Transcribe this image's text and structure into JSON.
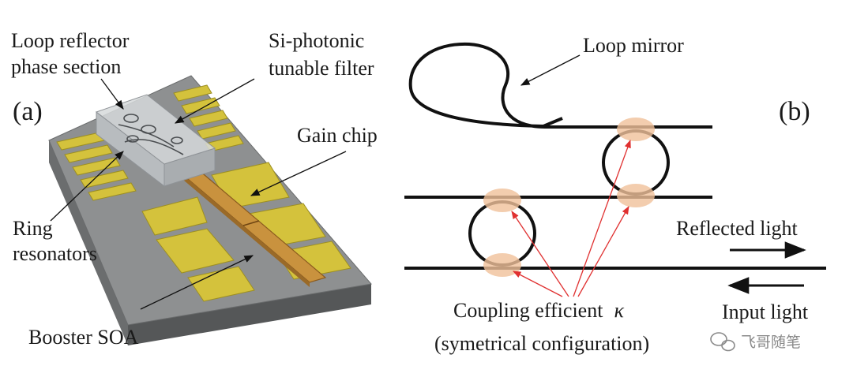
{
  "panel_a": {
    "label": "(a)",
    "loop_reflector_line1": "Loop reflector",
    "loop_reflector_line2": "phase section",
    "tunable_filter_line1": "Si-photonic",
    "tunable_filter_line2": "tunable filter",
    "gain_chip": "Gain chip",
    "ring_line1": "Ring",
    "ring_line2": "resonators",
    "booster": "Booster SOA"
  },
  "panel_b": {
    "label": "(b)",
    "loop_mirror": "Loop mirror",
    "reflected_light": "Reflected light",
    "input_light": "Input light",
    "coupling_prefix": "Coupling efficient",
    "coupling_symbol": "κ",
    "coupling_line2": "(symetrical configuration)"
  },
  "watermark": "飞哥随笔",
  "colors": {
    "pad_gold": "#d4c23c",
    "substrate_top": "#8e9091",
    "substrate_side": "#5f6162",
    "gain_orange": "#c9923e",
    "coupling_spot": "#f0c09a",
    "arrow_red": "#e03030",
    "ink": "#111111"
  },
  "icons": [
    "arrow-right-icon",
    "arrow-left-icon",
    "wechat-icon"
  ]
}
